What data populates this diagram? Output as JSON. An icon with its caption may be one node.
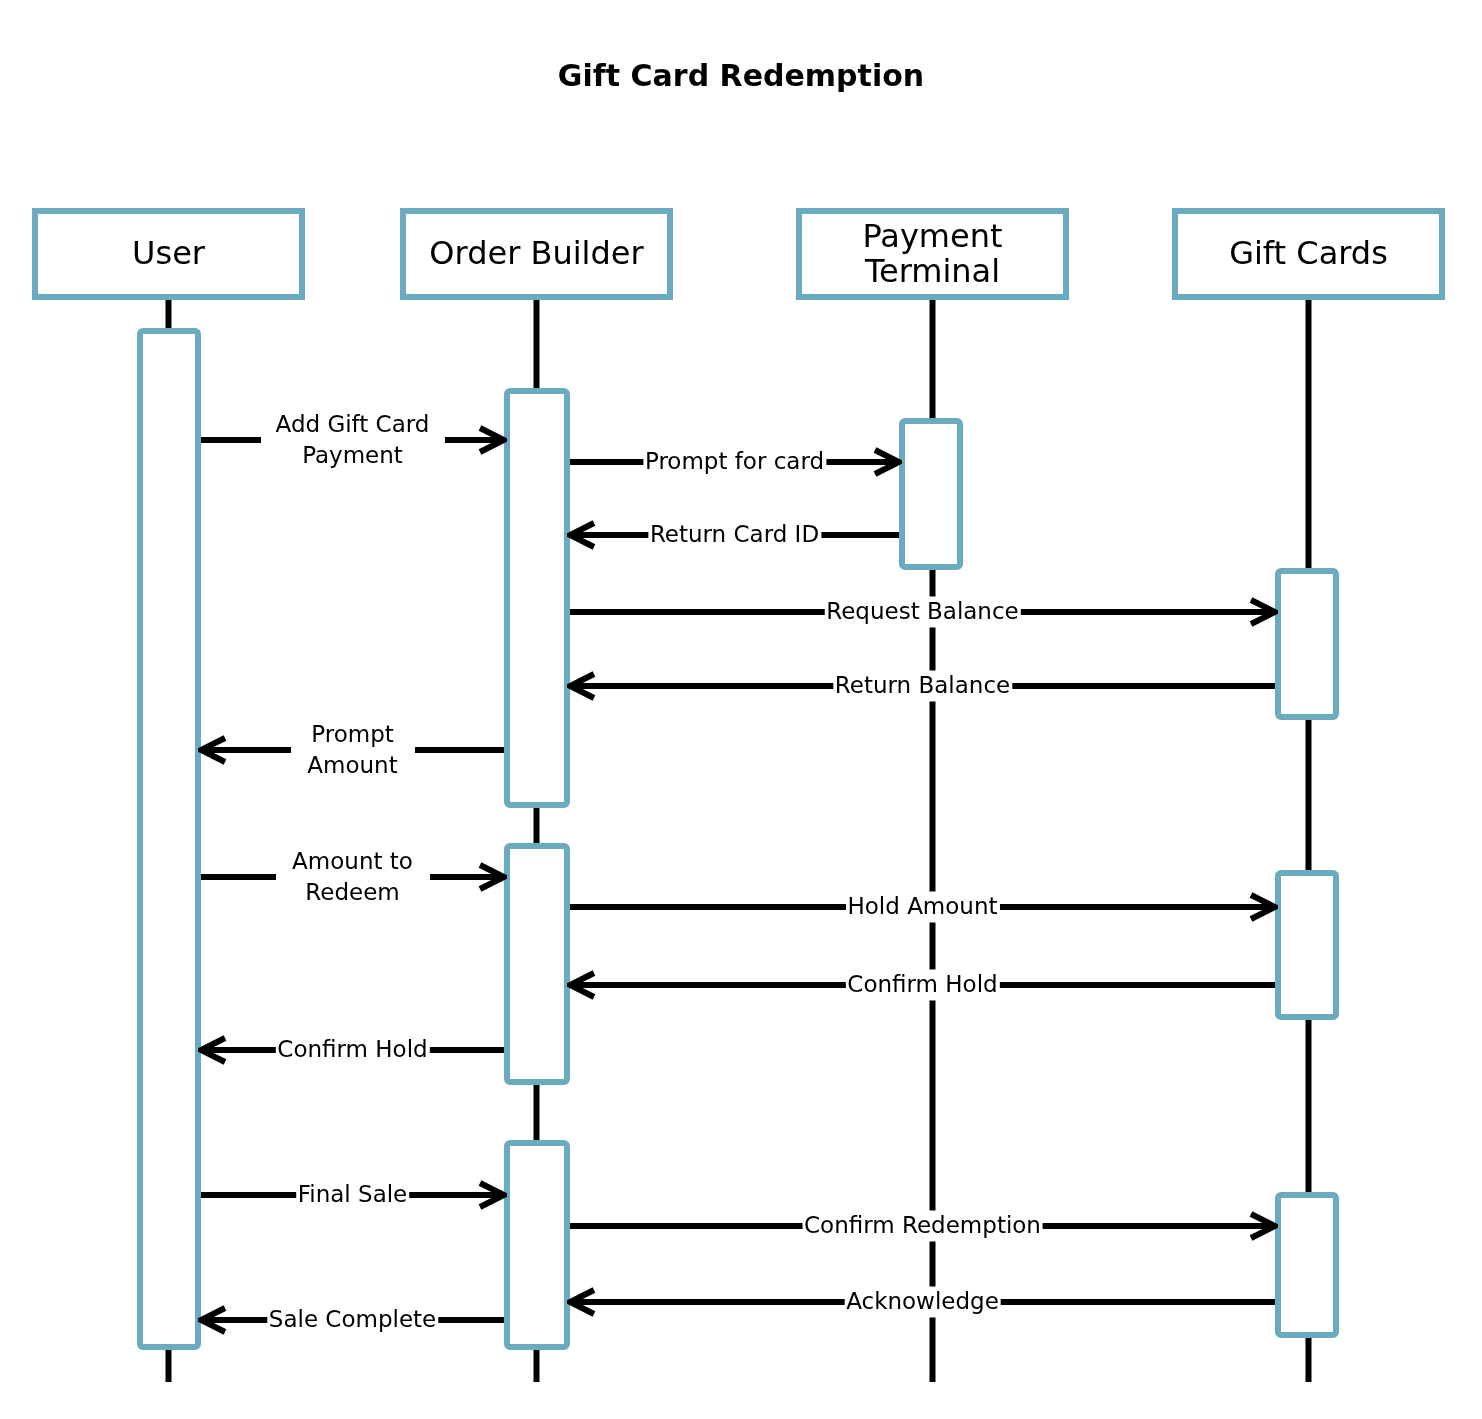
{
  "diagram": {
    "title": "Gift Card Redemption",
    "nodes": [
      {
        "text": [
          "User"
        ]
      },
      {
        "text": [
          "Order Builder"
        ]
      },
      {
        "text": [
          "Payment Terminal"
        ]
      },
      {
        "text": [
          "Gift Cards"
        ]
      },
      {
        "text": [],
        "shape": "bar"
      },
      {
        "text": [],
        "shape": "bar"
      },
      {
        "text": [],
        "shape": "bar"
      },
      {
        "text": [],
        "shape": "bar"
      },
      {
        "text": [],
        "shape": "bar"
      },
      {
        "text": [],
        "shape": "bar"
      },
      {
        "text": [],
        "shape": "bar"
      },
      {
        "text": [],
        "shape": "bar"
      }
    ],
    "edges": [
      {
        "from": 4,
        "to": 5,
        "arrow": "to",
        "label": "Add Gift Card Payment"
      },
      {
        "from": 5,
        "to": 8,
        "arrow": "to",
        "label": "Prompt for card"
      },
      {
        "from": 8,
        "to": 5,
        "arrow": "to",
        "label": "Return Card ID"
      },
      {
        "from": 5,
        "to": 9,
        "arrow": "to",
        "label": "Request Balance"
      },
      {
        "from": 9,
        "to": 5,
        "arrow": "to",
        "label": "Return Balance"
      },
      {
        "from": 5,
        "to": 4,
        "arrow": "to",
        "label": "Prompt Amount"
      },
      {
        "from": 4,
        "to": 6,
        "arrow": "to",
        "label": "Amount to Redeem"
      },
      {
        "from": 6,
        "to": 10,
        "arrow": "to",
        "label": "Hold Amount"
      },
      {
        "from": 10,
        "to": 6,
        "arrow": "to",
        "label": "Confirm Hold"
      },
      {
        "from": 6,
        "to": 4,
        "arrow": "to",
        "label": "Confirm Hold"
      },
      {
        "from": 4,
        "to": 7,
        "arrow": "to",
        "label": "Final Sale"
      },
      {
        "from": 7,
        "to": 11,
        "arrow": "to",
        "label": "Confirm Redemption"
      },
      {
        "from": 11,
        "to": 7,
        "arrow": "to",
        "label": "Acknowledge"
      },
      {
        "from": 7,
        "to": 4,
        "arrow": "to",
        "label": "Sale Complete"
      }
    ]
  }
}
